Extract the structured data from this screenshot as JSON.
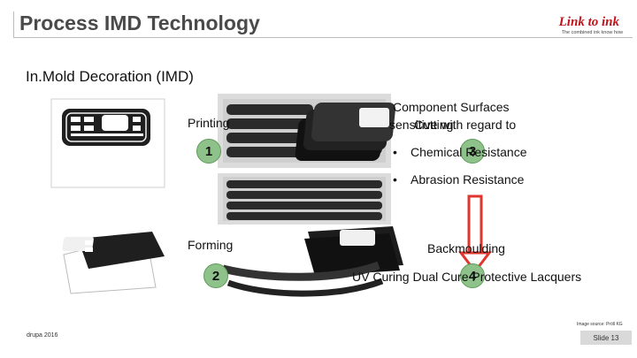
{
  "header": {
    "title": "Process IMD Technology"
  },
  "logo": {
    "brand": "Link to ink",
    "tagline": "The combined ink know how"
  },
  "section": {
    "title": "In.Mold Decoration (IMD)"
  },
  "steps": {
    "printing": {
      "label": "Printing",
      "number": "1"
    },
    "forming": {
      "label": "Forming",
      "number": "2"
    },
    "cutting": {
      "label": "Cutting",
      "number": "3"
    },
    "backmoulding": {
      "label": "Backmoulding",
      "number": "4"
    }
  },
  "component": {
    "line1": "Component Surfaces",
    "line2": "sensitive with regard to",
    "bullets": [
      "Chemical Resistance",
      "Abrasion Resistance"
    ],
    "bullet_marker": "•"
  },
  "uv_caption": "UV Curing Dual Cure Protective Lacquers",
  "footer": {
    "left": "drupa 2016",
    "credit": "Image source: Pröll KG",
    "slide": "Slide 13"
  },
  "colors": {
    "badge": "#8fc18a",
    "arrow": "#e0362e",
    "logo_red": "#c0141b"
  }
}
